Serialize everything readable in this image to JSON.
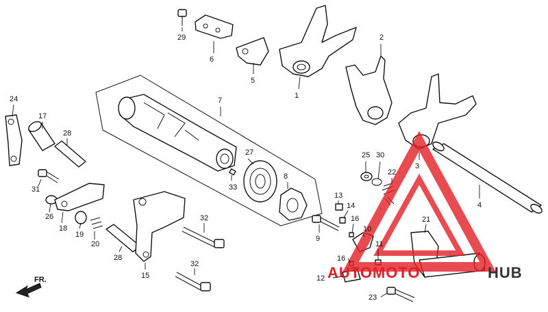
{
  "watermark": {
    "text_a": "AUTOMOTO",
    "text_b": "HUB",
    "color_red": "#e21f26",
    "color_dark": "#333333"
  },
  "direction_label": "FR.",
  "callouts": [
    {
      "label": "29"
    },
    {
      "label": "6"
    },
    {
      "label": "5"
    },
    {
      "label": "1"
    },
    {
      "label": "2"
    },
    {
      "label": "3"
    },
    {
      "label": "4"
    },
    {
      "label": "7"
    },
    {
      "label": "27"
    },
    {
      "label": "33"
    },
    {
      "label": "8"
    },
    {
      "label": "24"
    },
    {
      "label": "17"
    },
    {
      "label": "28"
    },
    {
      "label": "31"
    },
    {
      "label": "26"
    },
    {
      "label": "18"
    },
    {
      "label": "19"
    },
    {
      "label": "20"
    },
    {
      "label": "28"
    },
    {
      "label": "15"
    },
    {
      "label": "32"
    },
    {
      "label": "32"
    },
    {
      "label": "25"
    },
    {
      "label": "30"
    },
    {
      "label": "22"
    },
    {
      "label": "13"
    },
    {
      "label": "14"
    },
    {
      "label": "16"
    },
    {
      "label": "9"
    },
    {
      "label": "10"
    },
    {
      "label": "21"
    },
    {
      "label": "11"
    },
    {
      "label": "16"
    },
    {
      "label": "12"
    },
    {
      "label": "23"
    }
  ]
}
